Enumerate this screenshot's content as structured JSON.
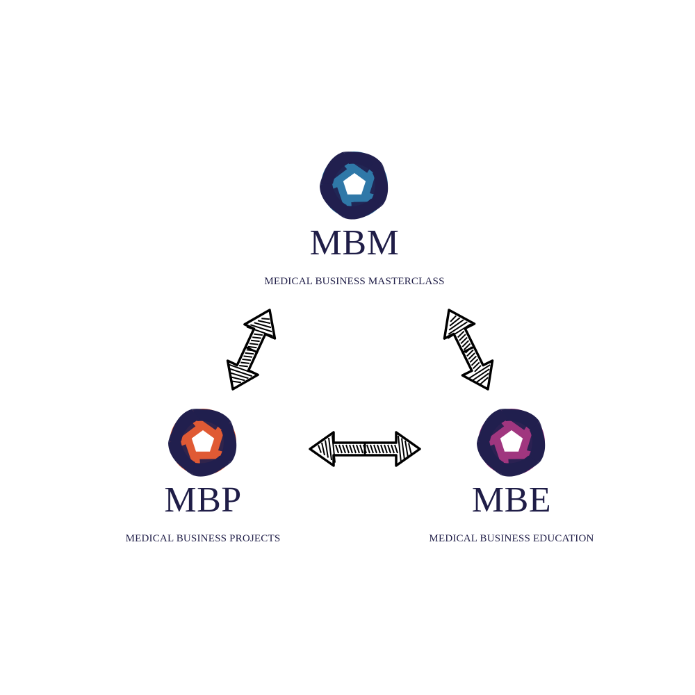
{
  "colors": {
    "text": "#1f1d47",
    "ribbon": "#211f4e",
    "mbm_accent": "#2f78a8",
    "mbp_accent": "#e05a34",
    "mbe_accent": "#a0367f",
    "arrow_stroke": "#000000"
  },
  "nodes": {
    "mbm": {
      "abbr": "MBM",
      "full": "MEDICAL BUSINESS MASTERCLASS",
      "icon": "knot-logo-icon"
    },
    "mbp": {
      "abbr": "MBP",
      "full": "MEDICAL BUSINESS PROJECTS",
      "icon": "knot-logo-icon"
    },
    "mbe": {
      "abbr": "MBE",
      "full": "MEDICAL BUSINESS EDUCATION",
      "icon": "knot-logo-icon"
    }
  },
  "connections": [
    {
      "from": "mbm",
      "to": "mbp",
      "type": "bidirectional"
    },
    {
      "from": "mbm",
      "to": "mbe",
      "type": "bidirectional"
    },
    {
      "from": "mbp",
      "to": "mbe",
      "type": "bidirectional"
    }
  ]
}
